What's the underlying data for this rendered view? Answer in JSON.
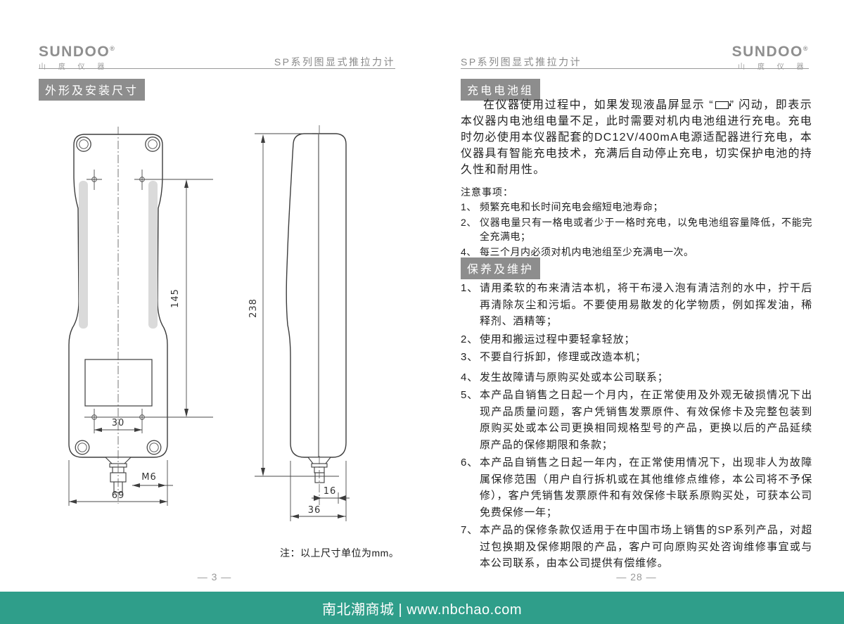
{
  "colors": {
    "footer_bar": "#2f9e8a",
    "title_box": "#8d8d8d",
    "logo_gray": "#8f8f8f"
  },
  "icons": {
    "battery_low": "battery-low-icon"
  },
  "left_page": {
    "logo": {
      "brand": "SUNDOO",
      "reg": "®",
      "subtitle": "山 度 仪 器"
    },
    "header_title": "SP系列图显式推拉力计",
    "section_title": "外形及安装尺寸",
    "drawing": {
      "d145": "145",
      "d238": "238",
      "d30": "30",
      "dM6": "M6",
      "d69": "69",
      "d16": "16",
      "d36": "36",
      "note": "注：以上尺寸单位为mm。"
    },
    "page_number": "— 3 —"
  },
  "right_page": {
    "logo": {
      "brand": "SUNDOO",
      "reg": "®",
      "subtitle": "山 度 仪 器"
    },
    "header_title": "SP系列图显式推拉力计",
    "section1_title": "充电电池组",
    "para1_before": "在仪器使用过程中，如果发现液晶屏显示 “",
    "para1_after": "” 闪动，即表示本仪器内电池组电量不足，此时需要对机内电池组进行充电。充电时勿必使用本仪器配套的DC12V/400mA电源适配器进行充电，本仪器具有智能充电技术，充满后自动停止充电，切实保护电池的持久性和耐用性。",
    "notes_title": "注意事项：",
    "notes": [
      {
        "n": "1、",
        "t": "频繁充电和长时间充电会缩短电池寿命；"
      },
      {
        "n": "2、",
        "t": "仪器电量只有一格电或者少于一格时充电，以免电池组容量降低，不能完全充满电；"
      },
      {
        "n": "4、",
        "t": "每三个月内必须对机内电池组至少充满电一次。"
      }
    ],
    "section2_title": "保养及维护",
    "maintenance": [
      {
        "n": "1、",
        "t": "请用柔软的布来清洁本机，将干布浸入泡有清洁剂的水中，拧干后再清除灰尘和污垢。不要使用易散发的化学物质，例如挥发油，稀释剂、酒精等；"
      },
      {
        "n": "2、",
        "t": "使用和搬运过程中要轻拿轻放；"
      },
      {
        "n": "3、",
        "t": "不要自行拆卸，修理或改造本机；"
      },
      {
        "n": "4、",
        "t": "发生故障请与原购买处或本公司联系；"
      },
      {
        "n": "5、",
        "t": "本产品自销售之日起一个月内，在正常使用及外观无破损情况下出现产品质量问题，客户凭销售发票原件、有效保修卡及完整包装到原购买处或本公司更换相同规格型号的产品，更换以后的产品延续原产品的保修期限和条款；"
      },
      {
        "n": "6、",
        "t": "本产品自销售之日起一年内，在正常使用情况下，出现非人为故障属保修范围（用户自行拆机或在其他维修点维修，本公司将不予保修），客户凭销售发票原件和有效保修卡联系原购买处，可获本公司免费保修一年；"
      },
      {
        "n": "7、",
        "t": "本产品的保修条款仅适用于在中国市场上销售的SP系列产品，对超过包换期及保修期限的产品，客户可向原购买处咨询维修事宜或与本公司联系，由本公司提供有偿维修。"
      }
    ],
    "page_number": "— 28 —"
  },
  "footer": {
    "text": "南北潮商城 | www.nbchao.com"
  }
}
